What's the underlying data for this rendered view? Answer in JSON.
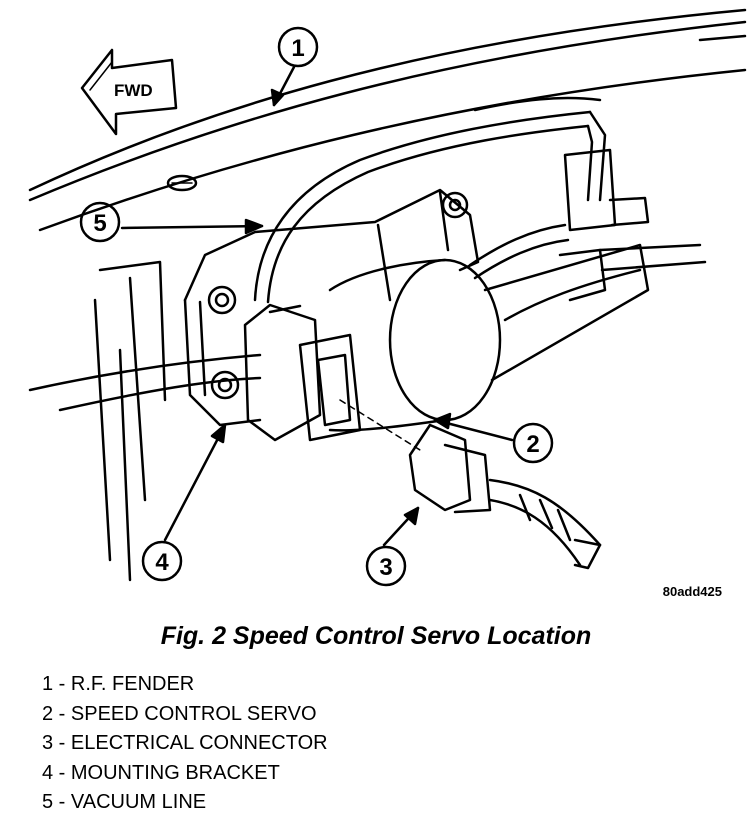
{
  "figure": {
    "code": "80add425",
    "caption": "Fig. 2 Speed Control Servo Location",
    "direction_label": "FWD",
    "callouts": [
      "1",
      "2",
      "3",
      "4",
      "5"
    ]
  },
  "legend": [
    "1 - R.F. FENDER",
    "2 - SPEED CONTROL SERVO",
    "3 - ELECTRICAL CONNECTOR",
    "4 - MOUNTING BRACKET",
    "5 - VACUUM LINE"
  ],
  "colors": {
    "ink": "#000000",
    "paper": "#ffffff"
  }
}
